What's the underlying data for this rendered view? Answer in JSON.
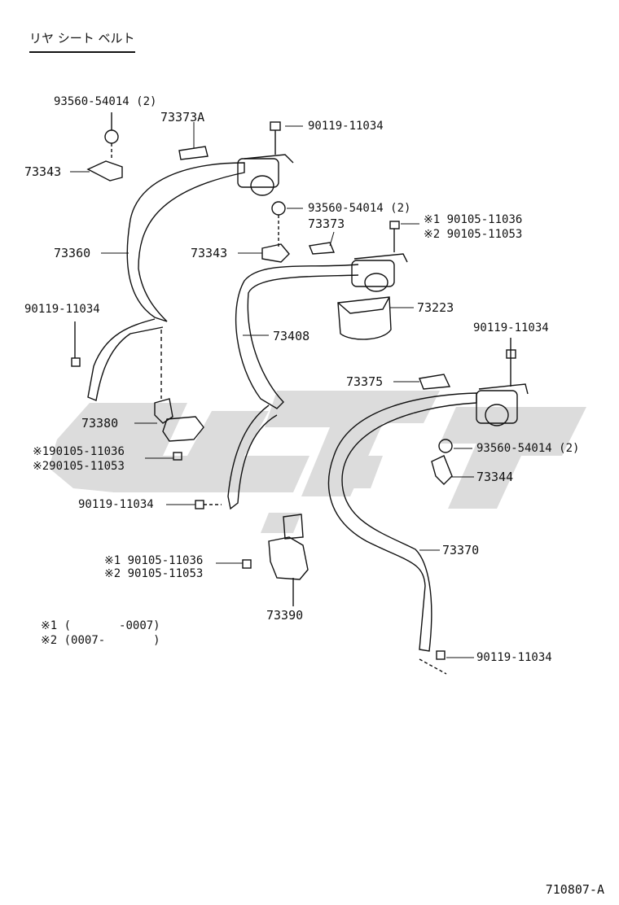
{
  "title": "リヤ シート ベルト",
  "diagram_code": "710807-A",
  "footnotes": [
    {
      "mark": "※1",
      "range": "(       -0007)"
    },
    {
      "mark": "※2",
      "range": "(0007-       )"
    }
  ],
  "labels": {
    "top_s_part": "93560-54014 (2)",
    "bracket_a": "73373A",
    "bolt_top": "90119-11034",
    "anchor_left": "73343",
    "belt_left": "73360",
    "bolt_left": "90119-11034",
    "buckle_left": "73380",
    "buckle_left_bolt1": "※190105-11036",
    "buckle_left_bolt2": "※290105-11053",
    "s_part_mid": "93560-54014 (2)",
    "bracket_mid": "73373",
    "bolt_mid_1": "※1 90105-11036",
    "bolt_mid_2": "※2 90105-11053",
    "anchor_mid": "73343",
    "cover_box": "73223",
    "belt_center": "73408",
    "bolt_right_top": "90119-11034",
    "bracket_right": "73375",
    "s_part_right": "93560-54014 (2)",
    "anchor_right": "73344",
    "bolt_center_low": "90119-11034",
    "buckle_center_bolt1": "※1 90105-11036",
    "buckle_center_bolt2": "※2 90105-11053",
    "buckle_center": "73390",
    "belt_right": "73370",
    "bolt_right_low": "90119-11034"
  },
  "colors": {
    "line": "#111111",
    "watermark": "#cfcfcf"
  }
}
